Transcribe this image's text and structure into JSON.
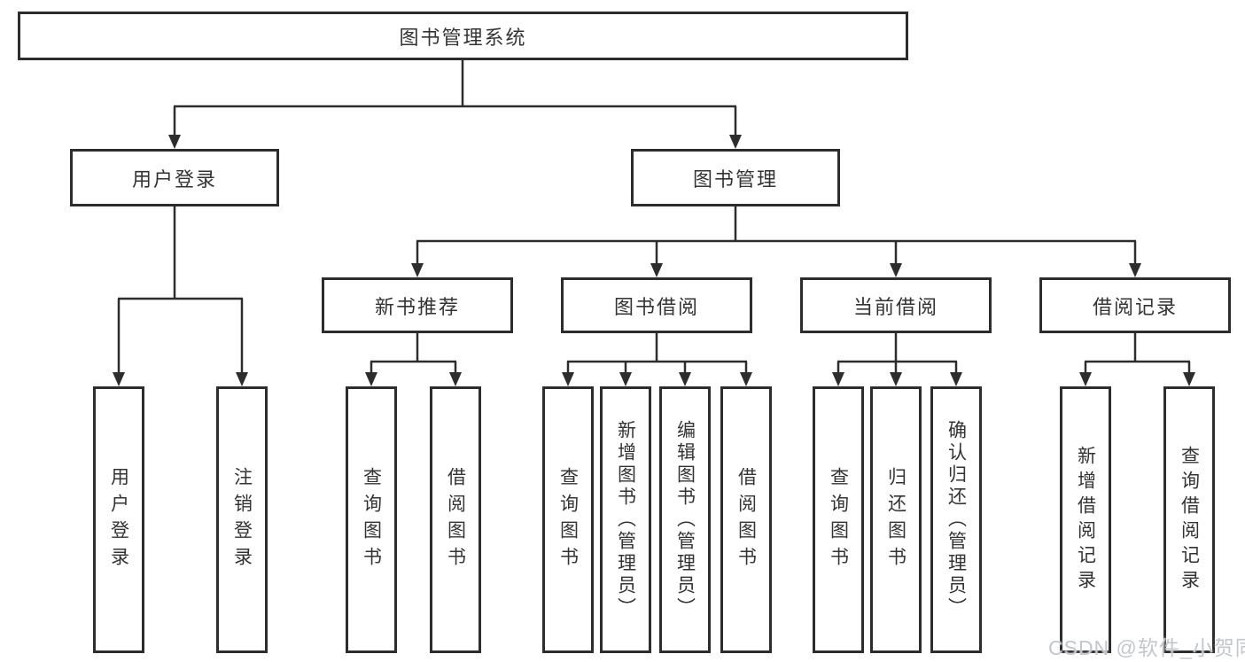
{
  "diagram": {
    "root": "图书管理系统",
    "login": {
      "label": "用户登录",
      "children": [
        "用户登录",
        "注销登录"
      ]
    },
    "mgmt": {
      "label": "图书管理",
      "sections": [
        {
          "label": "新书推荐",
          "children": [
            "查询图书",
            "借阅图书"
          ]
        },
        {
          "label": "图书借阅",
          "children": [
            "查询图书",
            "新增图书（管理员）",
            "编辑图书（管理员）",
            "借阅图书"
          ]
        },
        {
          "label": "当前借阅",
          "children": [
            "查询图书",
            "归还图书",
            "确认归还（管理员）"
          ]
        },
        {
          "label": "借阅记录",
          "children": [
            "新增借阅记录",
            "查询借阅记录"
          ]
        }
      ]
    },
    "watermark": "CSDN @软件_小贺同学",
    "colors": {
      "line": "#2d2d2d",
      "box_background": "#ffffff",
      "text": "#333333",
      "watermark": "#c3c7cb"
    }
  }
}
